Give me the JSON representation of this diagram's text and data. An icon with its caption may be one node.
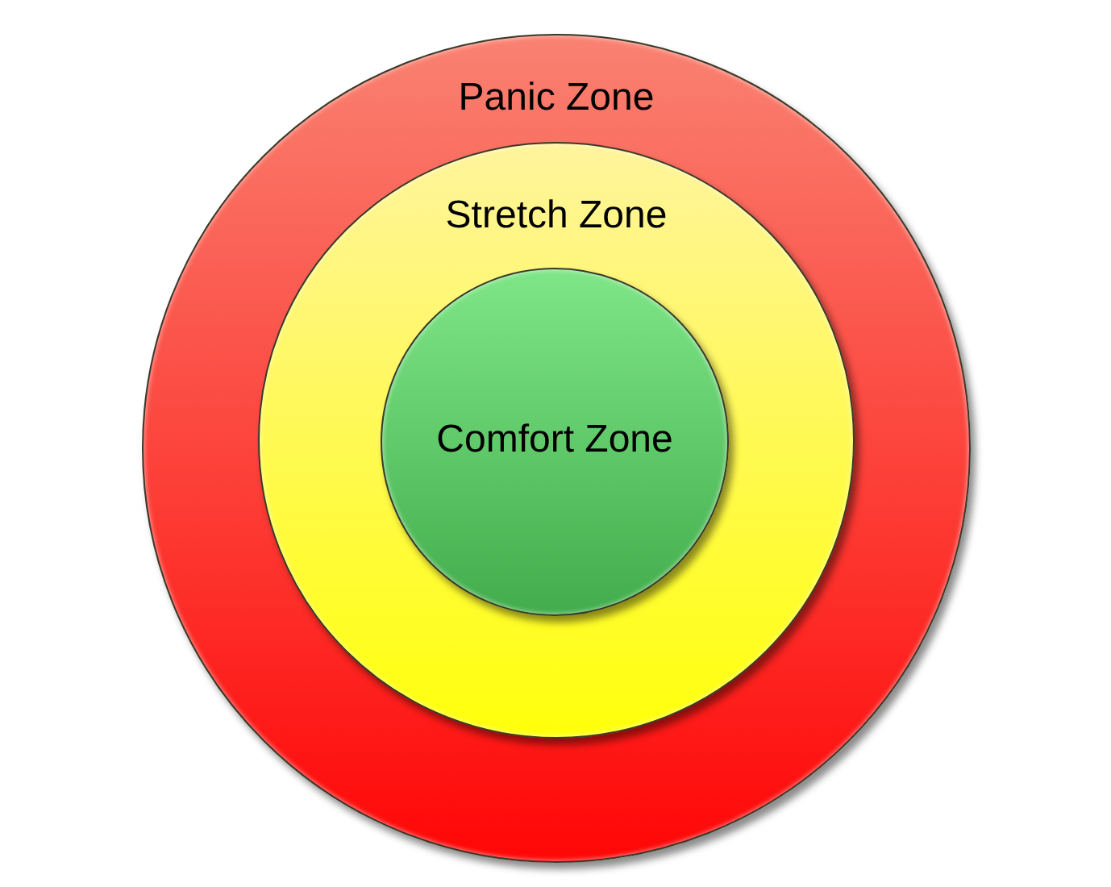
{
  "diagram": {
    "nodes": [
      {
        "text": [
          "Panic Zone"
        ]
      },
      {
        "text": [
          "Stretch Zone"
        ],
        "in": 0
      },
      {
        "text": [
          "Comfort Zone"
        ],
        "in": 1
      }
    ]
  }
}
